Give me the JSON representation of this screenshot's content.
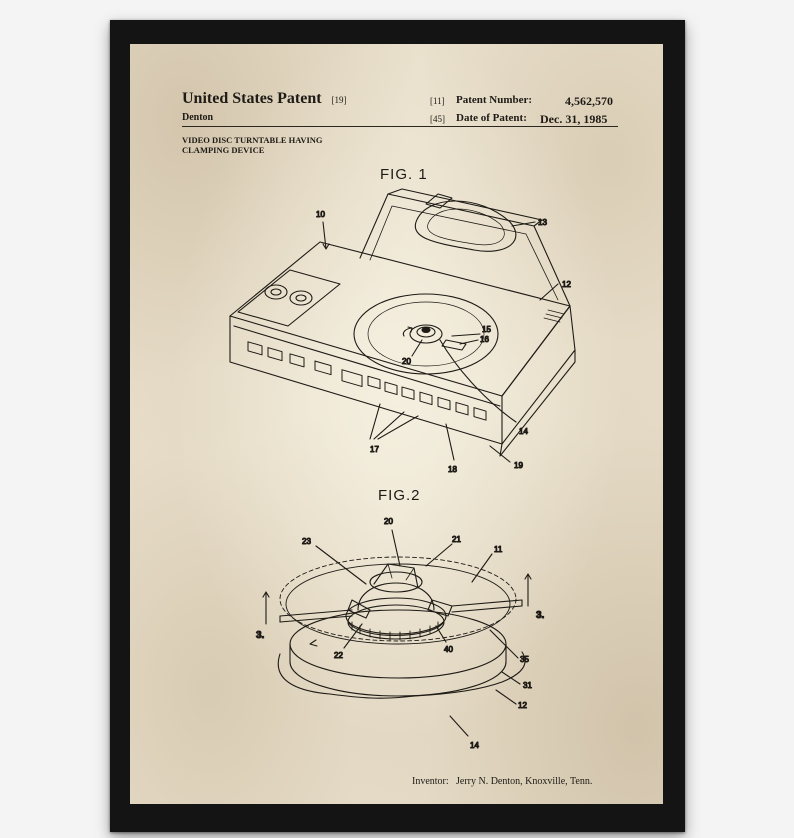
{
  "patent": {
    "title": "United States Patent",
    "title_code": "[19]",
    "inventor_surname": "Denton",
    "number_code": "[11]",
    "number_label": "Patent Number:",
    "number_value": "4,562,570",
    "date_code": "[45]",
    "date_label": "Date of Patent:",
    "date_value": "Dec. 31, 1985",
    "subject_line1": "VIDEO DISC TURNTABLE HAVING",
    "subject_line2": "CLAMPING DEVICE"
  },
  "figures": {
    "fig1_label": "FIG. 1",
    "fig2_label": "FIG.2",
    "fig1_refs": [
      "10",
      "13",
      "12",
      "15",
      "16",
      "20",
      "14",
      "17",
      "18",
      "19"
    ],
    "fig2_refs": [
      "20",
      "23",
      "21",
      "11",
      "3.",
      "3.",
      "22",
      "40",
      "35",
      "31",
      "12",
      "14"
    ]
  },
  "footer": {
    "inventor_label": "Inventor:",
    "inventor_value": "Jerry N. Denton, Knoxville, Tenn."
  },
  "colors": {
    "frame": "#141414",
    "paper": "#e9e0cc",
    "ink": "#1e1b16"
  }
}
